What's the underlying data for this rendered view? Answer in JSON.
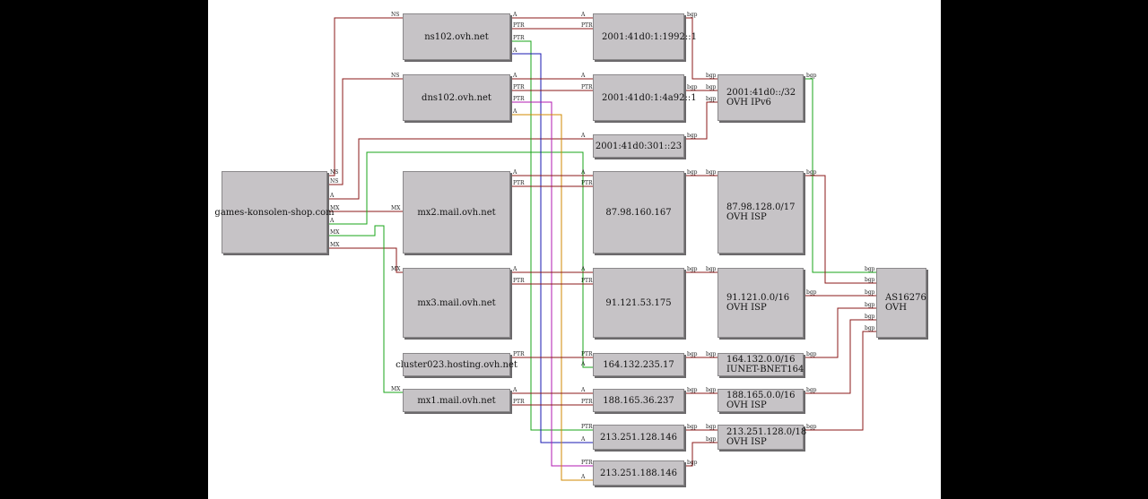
{
  "nodes": [
    {
      "id": "domain",
      "label": "games-konsolen-shop.com"
    },
    {
      "id": "ns102",
      "label": "ns102.ovh.net"
    },
    {
      "id": "dns102",
      "label": "dns102.ovh.net"
    },
    {
      "id": "mx2",
      "label": "mx2.mail.ovh.net"
    },
    {
      "id": "mx3",
      "label": "mx3.mail.ovh.net"
    },
    {
      "id": "cluster023",
      "label": "cluster023.hosting.ovh.net"
    },
    {
      "id": "mx1",
      "label": "mx1.mail.ovh.net"
    },
    {
      "id": "ip6a",
      "label": "2001:41d0:1:1992::1"
    },
    {
      "id": "ip6b",
      "label": "2001:41d0:1:4a92::1"
    },
    {
      "id": "ip6c",
      "label": "2001:41d0:301::23"
    },
    {
      "id": "ip1",
      "label": "87.98.160.167"
    },
    {
      "id": "ip2",
      "label": "91.121.53.175"
    },
    {
      "id": "ip3",
      "label": "164.132.235.17"
    },
    {
      "id": "ip4",
      "label": "188.165.36.237"
    },
    {
      "id": "ip5",
      "label": "213.251.128.146"
    },
    {
      "id": "ip6",
      "label": "213.251.188.146"
    },
    {
      "id": "net6",
      "label": "2001:41d0::/32\nOVH IPv6"
    },
    {
      "id": "net1",
      "label": "87.98.128.0/17\nOVH ISP"
    },
    {
      "id": "net2",
      "label": "91.121.0.0/16\nOVH ISP"
    },
    {
      "id": "net3",
      "label": "164.132.0.0/16\nIUNET-BNET164"
    },
    {
      "id": "net4",
      "label": "188.165.0.0/16\nOVH ISP"
    },
    {
      "id": "net5",
      "label": "213.251.128.0/18\nOVH ISP"
    },
    {
      "id": "as",
      "label": "AS16276\nOVH"
    }
  ],
  "edges": [
    {
      "from": "domain",
      "to": "ns102",
      "label": "NS"
    },
    {
      "from": "domain",
      "to": "dns102",
      "label": "NS"
    },
    {
      "from": "domain",
      "to": "ip6c",
      "label": "A"
    },
    {
      "from": "domain",
      "to": "mx2",
      "label": "MX"
    },
    {
      "from": "domain",
      "to": "mx3",
      "label": "MX"
    },
    {
      "from": "domain",
      "to": "ip3",
      "label": "A"
    },
    {
      "from": "domain",
      "to": "mx1",
      "label": "MX"
    },
    {
      "from": "ns102",
      "to": "ip6a",
      "label": "A"
    },
    {
      "from": "ns102",
      "to": "ip6a",
      "label": "PTR"
    },
    {
      "from": "ns102",
      "to": "ip5",
      "label": "PTR"
    },
    {
      "from": "ns102",
      "to": "ip5",
      "label": "A"
    },
    {
      "from": "dns102",
      "to": "ip6b",
      "label": "A"
    },
    {
      "from": "dns102",
      "to": "ip6b",
      "label": "PTR"
    },
    {
      "from": "dns102",
      "to": "ip6",
      "label": "PTR"
    },
    {
      "from": "dns102",
      "to": "ip6",
      "label": "A"
    },
    {
      "from": "mx2",
      "to": "ip1",
      "label": "A"
    },
    {
      "from": "mx2",
      "to": "ip1",
      "label": "PTR"
    },
    {
      "from": "mx3",
      "to": "ip2",
      "label": "A"
    },
    {
      "from": "mx3",
      "to": "ip2",
      "label": "PTR"
    },
    {
      "from": "cluster023",
      "to": "ip3",
      "label": "PTR"
    },
    {
      "from": "mx1",
      "to": "ip4",
      "label": "A"
    },
    {
      "from": "mx1",
      "to": "ip4",
      "label": "PTR"
    },
    {
      "from": "ip6a",
      "to": "net6",
      "label": "bgp"
    },
    {
      "from": "ip6b",
      "to": "net6",
      "label": "bgp"
    },
    {
      "from": "ip6c",
      "to": "net6",
      "label": "bgp"
    },
    {
      "from": "ip1",
      "to": "net1",
      "label": "bgp"
    },
    {
      "from": "ip2",
      "to": "net2",
      "label": "bgp"
    },
    {
      "from": "ip3",
      "to": "net3",
      "label": "bgp"
    },
    {
      "from": "ip4",
      "to": "net4",
      "label": "bgp"
    },
    {
      "from": "ip5",
      "to": "net5",
      "label": "bgp"
    },
    {
      "from": "ip6",
      "to": "net5",
      "label": "bgp"
    },
    {
      "from": "net6",
      "to": "as",
      "label": "bgp"
    },
    {
      "from": "net1",
      "to": "as",
      "label": "bgp"
    },
    {
      "from": "net2",
      "to": "as",
      "label": "bgp"
    },
    {
      "from": "net3",
      "to": "as",
      "label": "bgp"
    },
    {
      "from": "net4",
      "to": "as",
      "label": "bgp"
    },
    {
      "from": "net5",
      "to": "as",
      "label": "bgp"
    }
  ],
  "colors": {
    "default_edge": "#8b1a1a",
    "green_edge": "#1aa51a",
    "blue_edge": "#1a1ab0",
    "magenta_edge": "#b01ab0",
    "orange_edge": "#d08a00",
    "node_fill": "#c6c3c6"
  }
}
